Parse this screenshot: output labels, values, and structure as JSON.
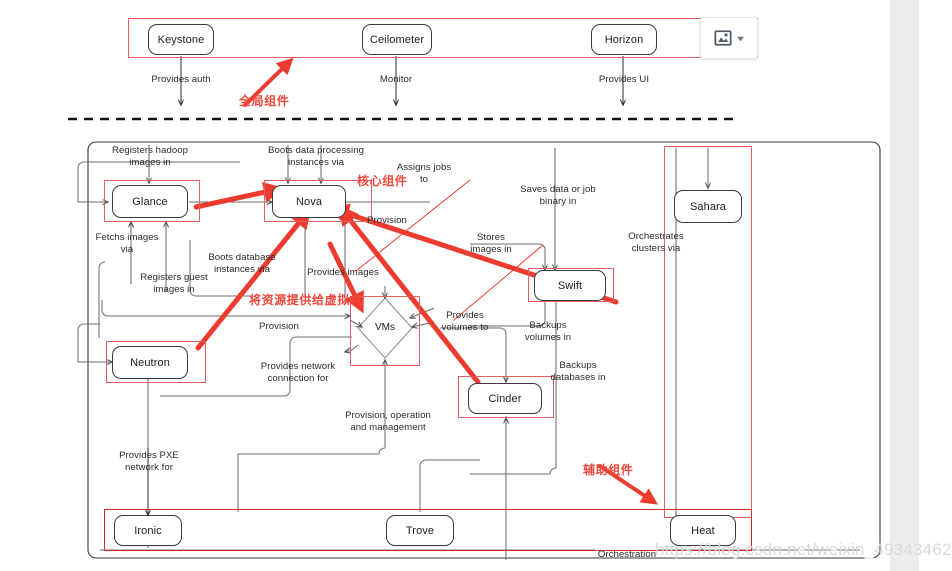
{
  "widget": {
    "image_icon": "image-placeholder-icon",
    "dropdown_icon": "chevron-down-icon"
  },
  "watermark": "https://blog.csdn.net/weixin_49343462",
  "global_layer": {
    "nodes": [
      {
        "id": "keystone",
        "label": "Keystone"
      },
      {
        "id": "ceilometer",
        "label": "Ceilometer"
      },
      {
        "id": "horizon",
        "label": "Horizon"
      }
    ],
    "edge_labels": [
      {
        "id": "provides-auth",
        "text": "Provides auth"
      },
      {
        "id": "monitor",
        "text": "Monitor"
      },
      {
        "id": "provides-ui",
        "text": "Provides UI"
      }
    ]
  },
  "service_layer": {
    "nodes": [
      {
        "id": "glance",
        "label": "Glance"
      },
      {
        "id": "nova",
        "label": "Nova"
      },
      {
        "id": "sahara",
        "label": "Sahara"
      },
      {
        "id": "swift",
        "label": "Swift"
      },
      {
        "id": "neutron",
        "label": "Neutron"
      },
      {
        "id": "vms",
        "label": "VMs"
      },
      {
        "id": "cinder",
        "label": "Cinder"
      },
      {
        "id": "ironic",
        "label": "Ironic"
      },
      {
        "id": "trove",
        "label": "Trove"
      },
      {
        "id": "heat",
        "label": "Heat"
      }
    ],
    "edge_labels": [
      {
        "id": "registers-hadoop-images-in",
        "text": "Registers hadoop\nimages in"
      },
      {
        "id": "boots-data-processing",
        "text": "Boots data processing\ninstances via"
      },
      {
        "id": "assigns-jobs-to",
        "text": "Assigns jobs\nto"
      },
      {
        "id": "saves-data-or-job-binary-in",
        "text": "Saves data or job\nbinary in"
      },
      {
        "id": "fetchs-images-via",
        "text": "Fetchs images\nvia"
      },
      {
        "id": "boots-database-instances-via",
        "text": "Boots database\ninstances via"
      },
      {
        "id": "provision-right",
        "text": "Provision"
      },
      {
        "id": "stores-images-in",
        "text": "Stores\nimages in"
      },
      {
        "id": "orchestrates-clusters-via",
        "text": "Orchestrates\nclusters via"
      },
      {
        "id": "registers-guest-images-in",
        "text": "Registers guest\nimages in"
      },
      {
        "id": "provides-images",
        "text": "Provides images"
      },
      {
        "id": "provision-mid",
        "text": "Provision"
      },
      {
        "id": "provides-volumes-to",
        "text": "Provides\nvolumes to"
      },
      {
        "id": "backups-volumes-in",
        "text": "Backups\nvolumes in"
      },
      {
        "id": "provides-network-connection",
        "text": "Provides network\nconnection for"
      },
      {
        "id": "backups-databases-in",
        "text": "Backups\ndatabases in"
      },
      {
        "id": "provision-operation-mgmt",
        "text": "Provision, operation\nand management"
      },
      {
        "id": "provides-pxe-network-for",
        "text": "Provides PXE\nnetwork for"
      },
      {
        "id": "orchestration",
        "text": "Orchestration"
      }
    ]
  },
  "annotations": [
    {
      "id": "global-components",
      "text": "全局组件"
    },
    {
      "id": "core-components",
      "text": "核心组件"
    },
    {
      "id": "resources-to-vms",
      "text": "将资源提供给虚拟机"
    },
    {
      "id": "auxiliary-components",
      "text": "辅助组件"
    }
  ],
  "colors": {
    "annotation_red": "#f0483c",
    "highlight_box": "#e06060",
    "node_border": "#3a3a3a",
    "connector": "#6e6e6e",
    "watermark": "#d9d9d9"
  }
}
